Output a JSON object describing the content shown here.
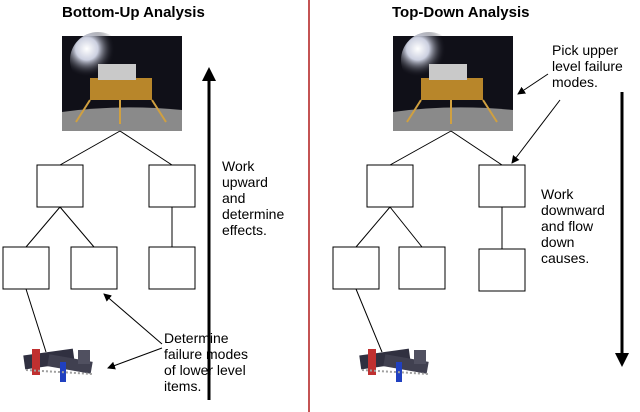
{
  "left_panel": {
    "title": "Bottom-Up Analysis",
    "annotation_work": "Work\nupward\nand\ndetermine\neffects.",
    "annotation_determine": "Determine\nfailure modes\nof lower level\nitems."
  },
  "right_panel": {
    "title": "Top-Down Analysis",
    "annotation_pick": "Pick upper\nlevel failure\nmodes.",
    "annotation_work": "Work\ndownward\nand flow\ndown\ncauses."
  },
  "colors": {
    "divider": "#b01a1a",
    "lines": "#000000",
    "box_fill": "#ffffff",
    "photo_sky": "#101018",
    "lander_gold": "#b8862a",
    "lunar_ground": "#8a8a8a"
  },
  "icons": {
    "top_image": "lunar-lander-photo",
    "bottom_image": "circuit-chips"
  }
}
